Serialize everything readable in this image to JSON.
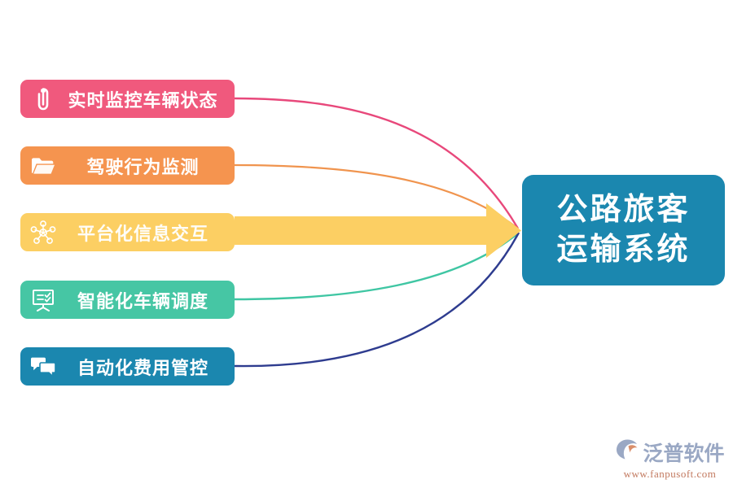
{
  "diagram": {
    "title": "公路旅客运输系统",
    "center": {
      "line1": "公路旅客",
      "line2": "运输系统",
      "color": "#1B87AF"
    },
    "features": [
      {
        "label": "实时监控车辆状态",
        "icon": "paperclip-icon",
        "color": "#F0597D",
        "connector_color": "#E8487B"
      },
      {
        "label": "驾驶行为监测",
        "icon": "folder-icon",
        "color": "#F5944F",
        "connector_color": "#F0944E"
      },
      {
        "label": "平台化信息交互",
        "icon": "network-hub-icon",
        "color": "#FCCF63",
        "connector_color": "#FCCF63"
      },
      {
        "label": "智能化车辆调度",
        "icon": "presentation-board-icon",
        "color": "#46C6A4",
        "connector_color": "#3FC6A3"
      },
      {
        "label": "自动化费用管控",
        "icon": "chat-bubbles-icon",
        "color": "#1B87AF",
        "connector_color": "#2E3C8F"
      }
    ]
  },
  "watermark": {
    "brand": "泛普软件",
    "url": "www.fanpusoft.com",
    "logo_icon": "fanpu-logo-icon"
  }
}
